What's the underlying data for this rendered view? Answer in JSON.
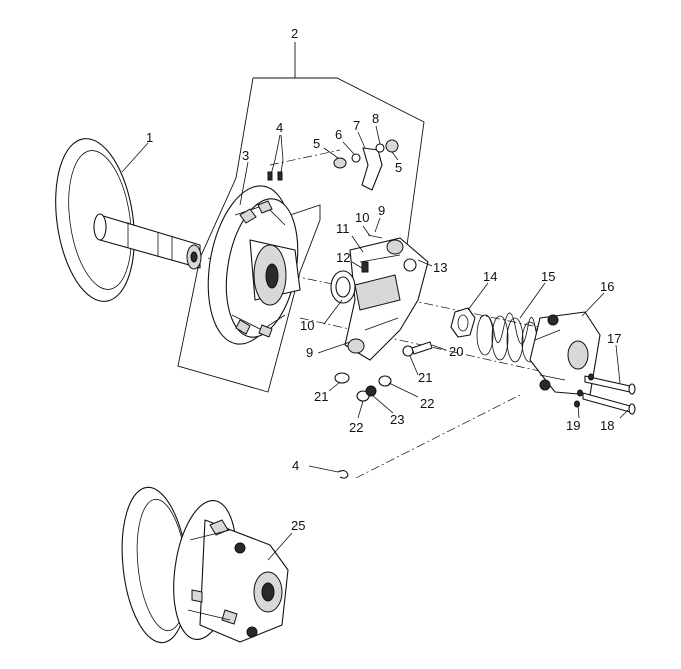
{
  "callouts": [
    {
      "id": "c2",
      "text": "2"
    },
    {
      "id": "c1",
      "text": "1"
    },
    {
      "id": "c3",
      "text": "3"
    },
    {
      "id": "c4a",
      "text": "4"
    },
    {
      "id": "c5a",
      "text": "5"
    },
    {
      "id": "c6",
      "text": "6"
    },
    {
      "id": "c7",
      "text": "7"
    },
    {
      "id": "c8",
      "text": "8"
    },
    {
      "id": "c5b",
      "text": "5"
    },
    {
      "id": "c9a",
      "text": "9"
    },
    {
      "id": "c10a",
      "text": "10"
    },
    {
      "id": "c11",
      "text": "11"
    },
    {
      "id": "c12",
      "text": "12"
    },
    {
      "id": "c13",
      "text": "13"
    },
    {
      "id": "c14",
      "text": "14"
    },
    {
      "id": "c15",
      "text": "15"
    },
    {
      "id": "c16",
      "text": "16"
    },
    {
      "id": "c10b",
      "text": "10"
    },
    {
      "id": "c9b",
      "text": "9"
    },
    {
      "id": "c20",
      "text": "20"
    },
    {
      "id": "c17",
      "text": "17"
    },
    {
      "id": "c21a",
      "text": "21"
    },
    {
      "id": "c21b",
      "text": "21"
    },
    {
      "id": "c22a",
      "text": "22"
    },
    {
      "id": "c22b",
      "text": "22"
    },
    {
      "id": "c23",
      "text": "23"
    },
    {
      "id": "c19",
      "text": "19"
    },
    {
      "id": "c18",
      "text": "18"
    },
    {
      "id": "c4b",
      "text": "4"
    },
    {
      "id": "c25",
      "text": "25"
    }
  ]
}
